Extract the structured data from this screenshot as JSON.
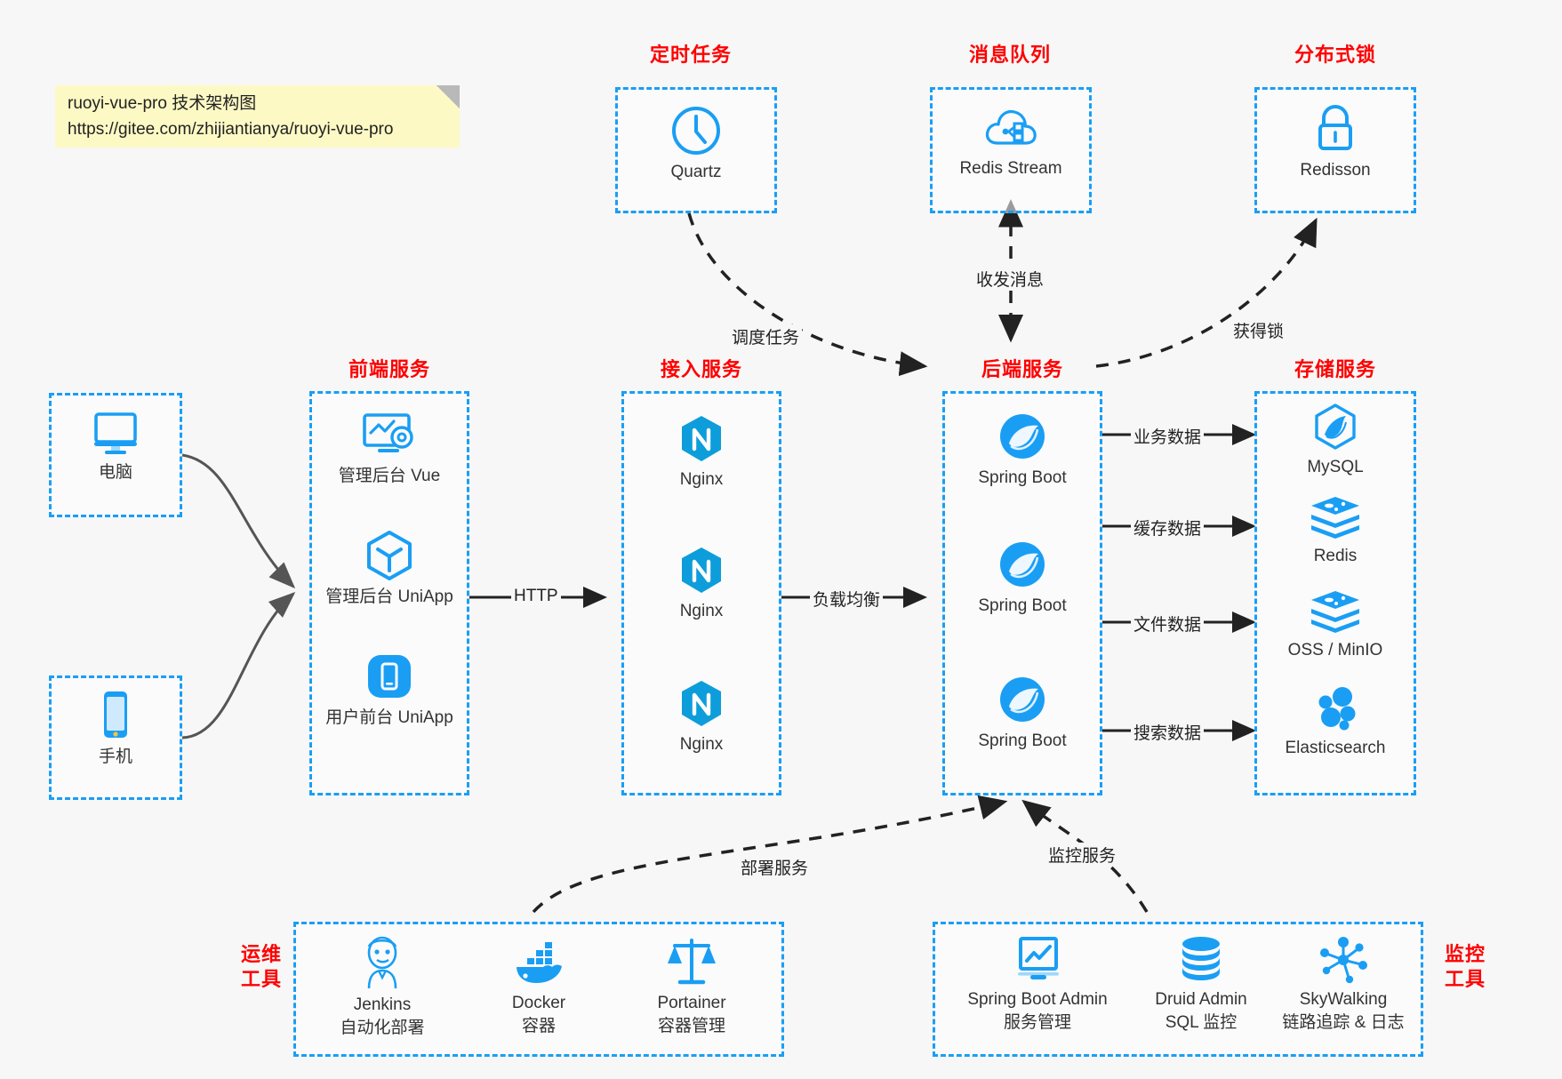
{
  "note": {
    "line1": "ruoyi-vue-pro 技术架构图",
    "line2": "https://gitee.com/zhijiantianya/ruoyi-vue-pro"
  },
  "groups": {
    "scheduler": {
      "title": "定时任务"
    },
    "mq": {
      "title": "消息队列"
    },
    "lock": {
      "title": "分布式锁"
    },
    "frontend": {
      "title": "前端服务"
    },
    "gateway": {
      "title": "接入服务"
    },
    "backend": {
      "title": "后端服务"
    },
    "storage": {
      "title": "存储服务"
    },
    "devops": {
      "title": "运维\n工具",
      "title_l1": "运维",
      "title_l2": "工具"
    },
    "monitor": {
      "title": "监控\n工具",
      "title_l1": "监控",
      "title_l2": "工具"
    }
  },
  "nodes": {
    "quartz": {
      "label": "Quartz",
      "icon": "clock-icon"
    },
    "redis_stream": {
      "label": "Redis Stream",
      "icon": "cloud-stream-icon"
    },
    "redisson": {
      "label": "Redisson",
      "icon": "lock-icon"
    },
    "computer": {
      "label": "电脑",
      "icon": "monitor-icon"
    },
    "phone": {
      "label": "手机",
      "icon": "smartphone-icon"
    },
    "admin_vue": {
      "label": "管理后台 Vue",
      "icon": "dashboard-gear-icon"
    },
    "admin_uniapp": {
      "label": "管理后台 UniApp",
      "icon": "cube-icon"
    },
    "user_uniapp": {
      "label": "用户前台 UniApp",
      "icon": "mobile-app-icon"
    },
    "nginx1": {
      "label": "Nginx",
      "icon": "nginx-icon"
    },
    "nginx2": {
      "label": "Nginx",
      "icon": "nginx-icon"
    },
    "nginx3": {
      "label": "Nginx",
      "icon": "nginx-icon"
    },
    "spring1": {
      "label": "Spring Boot",
      "icon": "spring-leaf-icon"
    },
    "spring2": {
      "label": "Spring Boot",
      "icon": "spring-leaf-icon"
    },
    "spring3": {
      "label": "Spring Boot",
      "icon": "spring-leaf-icon"
    },
    "mysql": {
      "label": "MySQL",
      "icon": "mysql-dolphin-icon"
    },
    "redis": {
      "label": "Redis",
      "icon": "redis-stack-icon"
    },
    "oss": {
      "label": "OSS / MinIO",
      "icon": "redis-stack-icon"
    },
    "elasticsearch": {
      "label": "Elasticsearch",
      "icon": "elasticsearch-icon"
    },
    "jenkins": {
      "label": "Jenkins",
      "sub": "自动化部署",
      "icon": "jenkins-butler-icon"
    },
    "docker": {
      "label": "Docker",
      "sub": "容器",
      "icon": "docker-whale-icon"
    },
    "portainer": {
      "label": "Portainer",
      "sub": "容器管理",
      "icon": "scales-icon"
    },
    "sba": {
      "label": "Spring Boot Admin",
      "sub": "服务管理",
      "icon": "monitor-chart-icon"
    },
    "druid": {
      "label": "Druid Admin",
      "sub": "SQL 监控",
      "icon": "database-icon"
    },
    "skywalking": {
      "label": "SkyWalking",
      "sub": "链路追踪 & 日志",
      "icon": "skywalking-nodes-icon"
    }
  },
  "edges": {
    "schedule_task": "调度任务",
    "send_receive_msg": "收发消息",
    "acquire_lock": "获得锁",
    "http": "HTTP",
    "load_balance": "负载均衡",
    "business_data": "业务数据",
    "cache_data": "缓存数据",
    "file_data": "文件数据",
    "search_data": "搜索数据",
    "deploy_service": "部署服务",
    "monitor_service": "监控服务"
  },
  "colors": {
    "accent": "#1a9ef4",
    "title": "#ff0000",
    "note_bg": "#fcf9c4",
    "background": "#f7f7f7",
    "wire": "#555555"
  }
}
